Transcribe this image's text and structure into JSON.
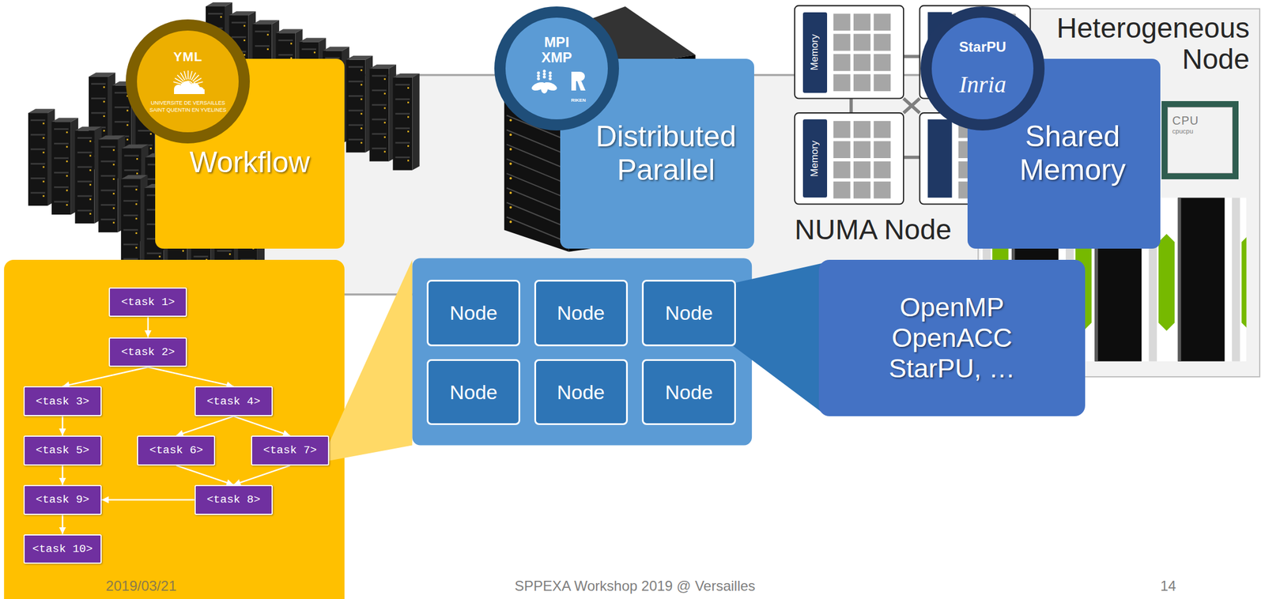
{
  "diagram": {
    "nodes": [
      {
        "text": [
          "YML",
          "UNIVERSITE DE VERSAILLES SAINT QUENTIN EN YVELINES"
        ]
      },
      {
        "text": [
          "Workflow"
        ]
      },
      {
        "text": [
          "MPI XMP",
          "RIKEN"
        ]
      },
      {
        "text": [
          "Distributed Parallel"
        ]
      },
      {
        "text": [
          "Memory"
        ]
      },
      {
        "text": [
          "Memory"
        ]
      },
      {
        "text": [
          "StarPU",
          "Inria"
        ]
      },
      {
        "text": [
          "Shared Memory"
        ]
      },
      {
        "text": [
          "Heterogeneous Node"
        ]
      },
      {
        "text": [
          "CPU",
          "cpucpu"
        ],
        "in": 8
      },
      {
        "text": [
          "<task 1>"
        ]
      },
      {
        "text": [
          "<task 2>"
        ]
      },
      {
        "text": [
          "<task 3>"
        ]
      },
      {
        "text": [
          "<task 4>"
        ]
      },
      {
        "text": [
          "<task 5>"
        ]
      },
      {
        "text": [
          "<task 6>"
        ]
      },
      {
        "text": [
          "<task 7>"
        ]
      },
      {
        "text": [
          "<task 8>"
        ]
      },
      {
        "text": [
          "<task 9>"
        ]
      },
      {
        "text": [
          "<task 10>"
        ]
      },
      {
        "text": [
          "Node"
        ]
      },
      {
        "text": [
          "Node"
        ]
      },
      {
        "text": [
          "Node"
        ]
      },
      {
        "text": [
          "Node"
        ]
      },
      {
        "text": [
          "Node"
        ]
      },
      {
        "text": [
          "Node"
        ]
      },
      {
        "text": [
          "OpenMP OpenACC StarPU, …"
        ]
      }
    ],
    "edges": [
      {
        "from": 10,
        "to": 11,
        "arrow": "to"
      },
      {
        "from": 11,
        "to": 12,
        "arrow": "to"
      },
      {
        "from": 11,
        "to": 13,
        "arrow": "to"
      },
      {
        "from": 12,
        "to": 14,
        "arrow": "to"
      },
      {
        "from": 13,
        "to": 15,
        "arrow": "to"
      },
      {
        "from": 13,
        "to": 16,
        "arrow": "to"
      },
      {
        "from": 15,
        "to": 17,
        "arrow": "to"
      },
      {
        "from": 16,
        "to": 17,
        "arrow": "to"
      },
      {
        "from": 14,
        "to": 18,
        "arrow": "to"
      },
      {
        "from": 17,
        "to": 18,
        "arrow": "to"
      },
      {
        "from": 18,
        "to": 19,
        "arrow": "to"
      }
    ],
    "labels": [
      "NUMA Node",
      "2019/03/21",
      "SPPEXA Workshop 2019 @ Versailles",
      "14"
    ]
  }
}
